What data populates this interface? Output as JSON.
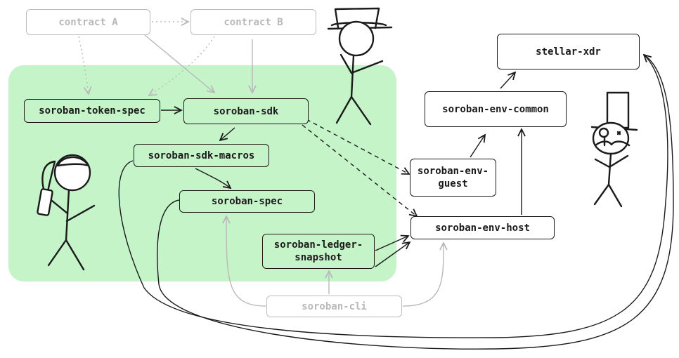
{
  "diagram": {
    "nodes": {
      "contract_a": "contract A",
      "contract_b": "contract B",
      "soroban_token_spec": "soroban-token-spec",
      "soroban_sdk": "soroban-sdk",
      "soroban_sdk_macros": "soroban-sdk-macros",
      "soroban_spec": "soroban-spec",
      "soroban_ledger_snapshot": "soroban-ledger-\nsnapshot",
      "soroban_cli": "soroban-cli",
      "soroban_env_guest": "soroban-env-\nguest",
      "soroban_env_host": "soroban-env-host",
      "soroban_env_common": "soroban-env-common",
      "stellar_xdr": "stellar-xdr"
    },
    "colors": {
      "zone": "#c5f4c9",
      "stroke": "#1b1b1b",
      "muted": "#b9b9b9"
    },
    "figures": [
      "stick-figure-top-hat",
      "stick-figure-ponytail",
      "stick-figure-monocle"
    ]
  }
}
